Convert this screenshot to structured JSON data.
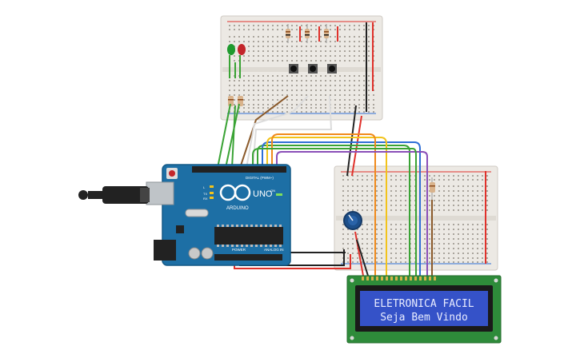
{
  "arduino": {
    "brand": "ARDUINO",
    "model": "UNO",
    "header_digital": "DIGITAL (PWM~)",
    "header_analog": "ANALOG IN",
    "header_power": "POWER",
    "label_tx": "TX",
    "label_rx": "RX",
    "label_l": "L",
    "label_on": "ON"
  },
  "lcd": {
    "line1": "ELETRONICA FACIL",
    "line2": "Seja Bem Vindo"
  },
  "colors": {
    "board_blue": "#1d6fa5",
    "breadboard": "#ece9e4",
    "lcd_pcb": "#2e8b3a",
    "lcd_screen": "#3552c8",
    "led_green": "#1f9a2e",
    "led_red": "#c3262b",
    "wire_red": "#e0312b",
    "wire_black": "#222222",
    "wire_green": "#3aa335",
    "wire_orange": "#f08a1c",
    "wire_yellow": "#f2c31b",
    "wire_blue": "#2f6fd6",
    "wire_purple": "#8a4fb8",
    "wire_brown": "#8b5a2b",
    "wire_white": "#dcdcdc"
  }
}
